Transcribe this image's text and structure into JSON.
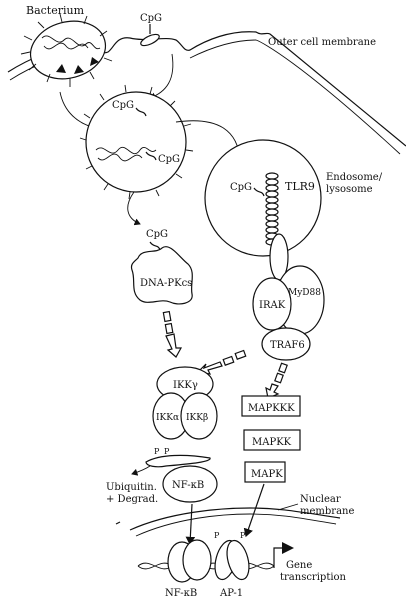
{
  "labels": {
    "bacterium": "Bacterium",
    "cpg": "CpG",
    "outer_membrane": "Outer cell membrane",
    "endosome_line1": "Endosome/",
    "endosome_line2": "lysosome",
    "tlr9": "TLR9",
    "dna_pkcs": "DNA-PKcs",
    "irak": "IRAK",
    "myd88": "MyD88",
    "traf6": "TRAF6",
    "ikk_gamma": "IKKγ",
    "ikk_alpha": "IKKα",
    "ikk_beta": "IKKβ",
    "mapkkk": "MAPKKK",
    "mapkk": "MAPKK",
    "mapk": "MAPK",
    "p": "P",
    "nfkb": "NF-κB",
    "ubiq_line1": "Ubiquitin.",
    "ubiq_line2": "+ Degrad.",
    "nuclear_line1": "Nuclear",
    "nuclear_line2": "membrane",
    "ap1": "AP-1",
    "gene_line1": "Gene",
    "gene_line2": "transcription"
  }
}
